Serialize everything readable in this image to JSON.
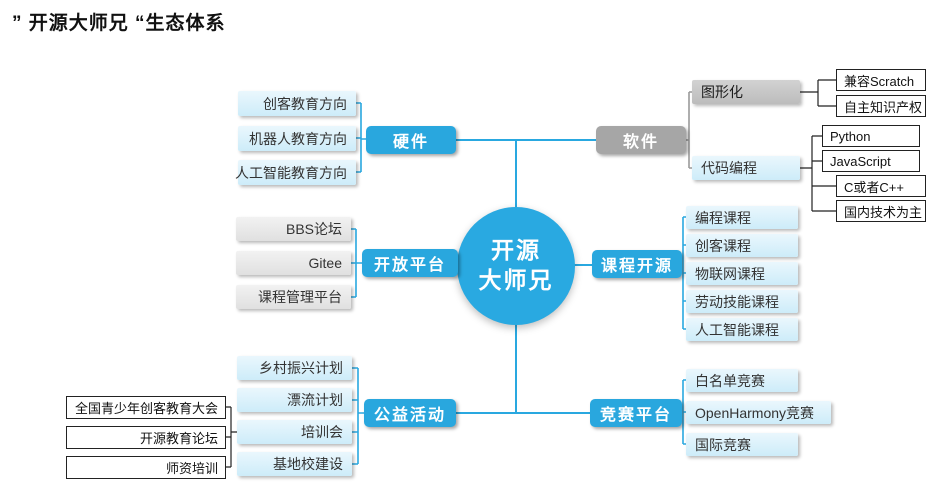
{
  "title": "” 开源大师兄 “生态体系",
  "center": {
    "line1": "开源",
    "line2": "大师兄"
  },
  "branches": {
    "hardware": {
      "label": "硬件",
      "leaves": [
        "创客教育方向",
        "机器人教育方向",
        "人工智能教育方向"
      ]
    },
    "software": {
      "label": "软件",
      "children": [
        {
          "label": "图形化",
          "leaves": [
            "兼容Scratch",
            "自主知识产权"
          ]
        },
        {
          "label": "代码编程",
          "leaves": [
            "Python",
            "JavaScript",
            "C或者C++",
            "国内技术为主"
          ]
        }
      ]
    },
    "open_platform": {
      "label": "开放平台",
      "leaves": [
        "BBS论坛",
        "Gitee",
        "课程管理平台"
      ]
    },
    "course_open": {
      "label": "课程开源",
      "leaves": [
        "编程课程",
        "创客课程",
        "物联网课程",
        "劳动技能课程",
        "人工智能课程"
      ]
    },
    "welfare": {
      "label": "公益活动",
      "leaves": [
        "乡村振兴计划",
        "漂流计划",
        "培训会",
        "基地校建设"
      ],
      "training_children": [
        "全国青少年创客教育大会",
        "开源教育论坛",
        "师资培训"
      ]
    },
    "competition": {
      "label": "竞赛平台",
      "leaves": [
        "白名单竞赛",
        "OpenHarmony竞赛",
        "国际竞赛"
      ]
    }
  },
  "colors": {
    "accent_blue": "#29a8e0",
    "branch_gray": "#a6a6a6",
    "leaf_cyan": "#d9f0fa",
    "leaf_gray": "#ececec"
  }
}
